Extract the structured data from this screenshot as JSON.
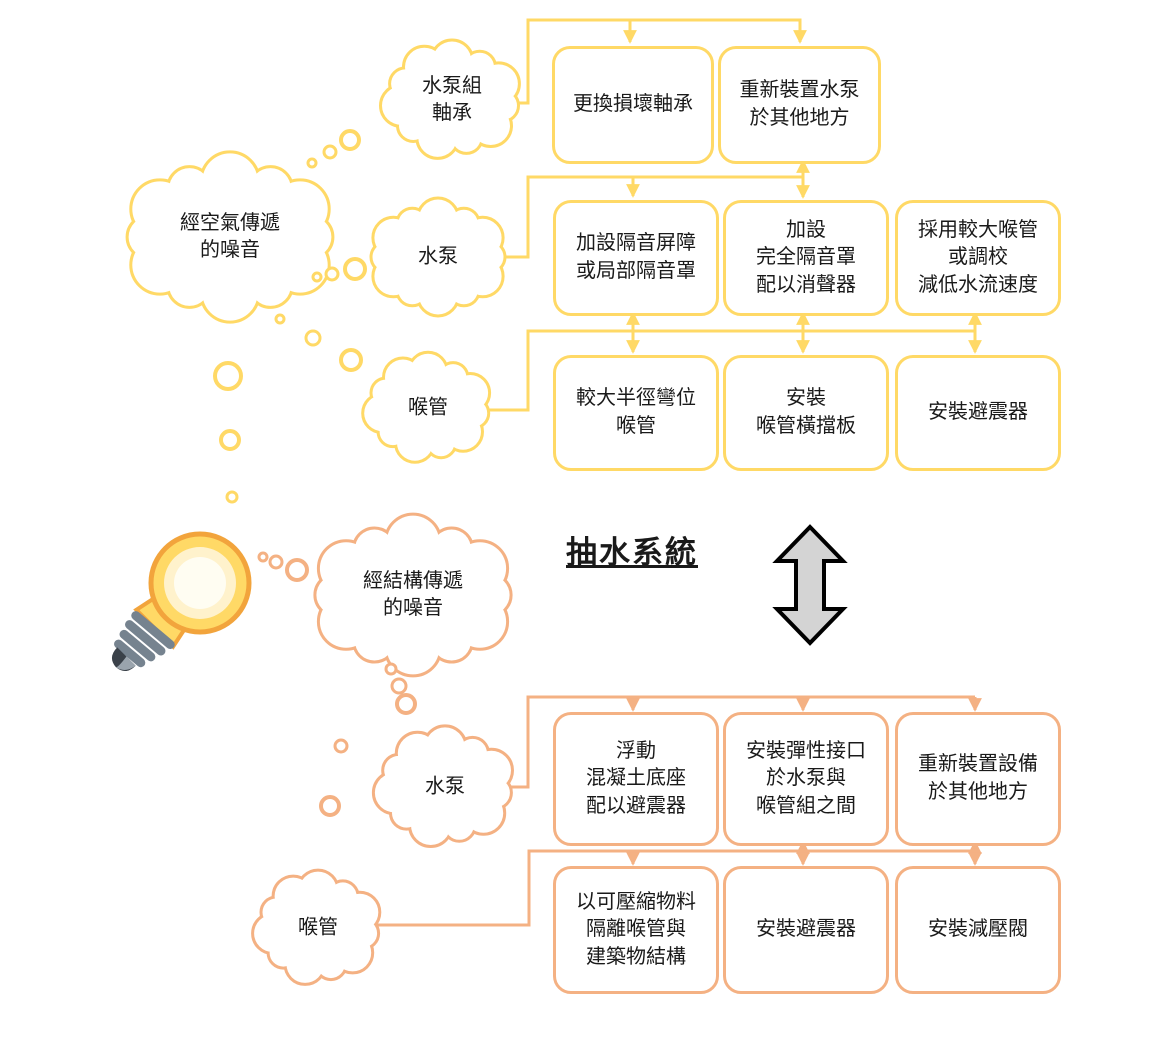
{
  "title": "抽水系統",
  "colors": {
    "airborne_accent": "#FFD966",
    "structure_accent": "#F4B183",
    "updown_arrow_fill": "#D4D4D4",
    "updown_arrow_outline": "#000000",
    "text": "#1A1A1A"
  },
  "airborne": {
    "clouds": {
      "bearing": "水泵組\n軸承",
      "source": "經空氣傳遞\n的噪音",
      "pump": "水泵",
      "pipe": "喉管"
    },
    "boxes": {
      "replace_bearing": "更換損壞軸承",
      "relocate_pump": "重新裝置水泵\n於其他地方",
      "sound_barrier": "加設隔音屏障\n或局部隔音罩",
      "full_enclosure": "加設\n完全隔音罩\n配以消聲器",
      "larger_pipe": "採用較大喉管\n或調校\n減低水流速度",
      "large_radius_bend": "較大半徑彎位\n喉管",
      "pipe_baffle": "安裝\n喉管橫擋板",
      "shock_absorber": "安裝避震器"
    }
  },
  "structure": {
    "clouds": {
      "source": "經結構傳遞\n的噪音",
      "pump": "水泵",
      "pipe": "喉管"
    },
    "boxes": {
      "floating_base": "浮動\n混凝土底座\n配以避震器",
      "flexible_joint": "安裝彈性接口\n於水泵與\n喉管組之間",
      "relocate_equipment": "重新裝置設備\n於其他地方",
      "compressible_isolation": "以可壓縮物料\n隔離喉管與\n建築物結構",
      "shock_absorber": "安裝避震器",
      "pressure_relief_valve": "安裝減壓閥"
    }
  }
}
